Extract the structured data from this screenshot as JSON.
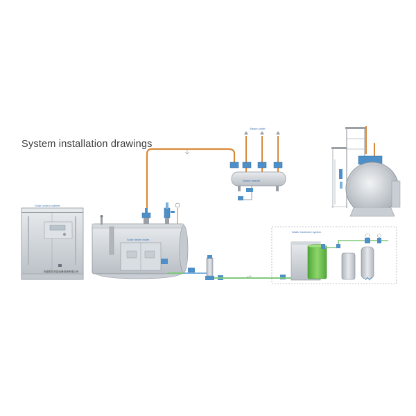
{
  "page": {
    "heading": "System  installation drawings"
  },
  "diagram": {
    "labels": {
      "control_cabinet": "Solar control cabinet",
      "cabinet_footer": "安徽泰华热能设备制造有限公司",
      "steam_boiler": "Solar steam boiler",
      "steam_outlet": "Steam outlet",
      "steam_header": "Steam header",
      "water_treatment": "Water treatment system"
    },
    "colors": {
      "steam_pipe": "#d9893a",
      "water_pipe": "#7fc97a",
      "valve": "#4f8fc8",
      "tank_green": "#6cc24a",
      "metal": "#c9ced4",
      "dashed_box": "#8a8f94"
    }
  }
}
